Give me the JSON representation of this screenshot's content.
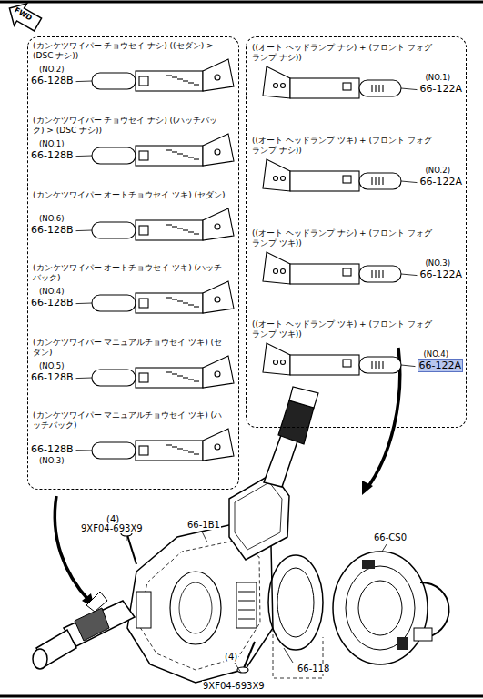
{
  "diagram": {
    "nodes": [
      {
        "text": [
          "(カンケツワイパー チョウセイ ナシ) ((セダン) > (DSC ナシ))",
          "(NO.2)",
          "66-128B",
          "(カンケツワイパー チョウセイ ナシ) ((ハッチバック) > (DSC ナシ))",
          "(NO.1)",
          "66-128B",
          "(カンケツワイパー オートチョウセイ ツキ) (セダン)",
          "(NO.6)",
          "66-128B",
          "(カンケツワイパー オートチョウセイ ツキ) (ハッチバック)",
          "(NO.4)",
          "66-128B",
          "(カンケツワイパー マニュアルチョウセイ ツキ) (セダン)",
          "(NO.5)",
          "66-128B",
          "(カンケツワイパー マニュアルチョウセイ ツキ) (ハッチバック)",
          "66-128B",
          "(NO.3)"
        ]
      },
      {
        "text": [
          "((オート ヘッドランプ ナシ) + (フロント フォグランプ ナシ))",
          "(NO.1)",
          "66-122A",
          "((オート ヘッドランプ ツキ) + (フロント フォグランプ ナシ))",
          "(NO.2)",
          "66-122A",
          "((オート ヘッドランプ ナシ) + (フロント フォグランプ ツキ))",
          "(NO.3)",
          "66-122A",
          "((オート ヘッドランプ ツキ) + (フロント フォグランプ ツキ))",
          "(NO.4)",
          "66-122A"
        ]
      }
    ],
    "labels": [
      "FWD",
      "(4)",
      "9XF04-693X9",
      "66-1B1",
      "66-CS0",
      "(4)",
      "9XF04-693X9",
      "66-118"
    ]
  }
}
